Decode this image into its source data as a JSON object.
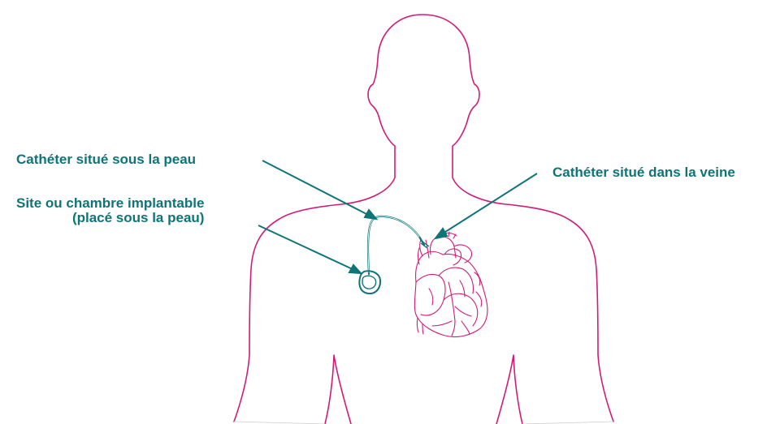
{
  "labels": {
    "catheter_under_skin": "Cathéter situé sous la peau",
    "catheter_in_vein": "Cathéter situé dans la veine",
    "port_line1": "Site ou chambre implantable",
    "port_line2": "(placé sous la peau)"
  },
  "colors": {
    "body_outline": "#d11b7a",
    "device": "#0f7478",
    "label_text": "#0f7478"
  },
  "icons": {
    "body": "human-torso-outline",
    "heart": "anatomical-heart",
    "port": "implantable-port"
  }
}
